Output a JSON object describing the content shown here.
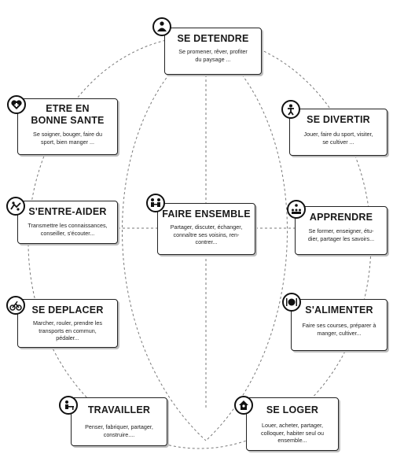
{
  "nodes": {
    "detendre": {
      "title": "SE DETENDRE",
      "desc": "Se promener, rêver, profiter\ndu paysage ...",
      "icon": "relaxing-person-icon"
    },
    "sante": {
      "title": "ETRE EN\nBONNE SANTE",
      "desc": "Se soigner, bouger, faire du\nsport, bien manger ...",
      "icon": "heart-health-icon"
    },
    "divertir": {
      "title": "SE DIVERTIR",
      "desc": "Jouer, faire du sport, visiter,\nse cultiver ...",
      "icon": "playing-child-icon"
    },
    "entraider": {
      "title": "S'ENTRE-AIDER",
      "desc": "Transmettre les connaissances,\nconseiller, s'écouter...",
      "icon": "helping-hands-icon"
    },
    "ensemble": {
      "title": "FAIRE ENSEMBLE",
      "desc": "Partager, discuter, échanger,\nconnaître ses voisins, ren-\ncontrer...",
      "icon": "people-meeting-icon"
    },
    "apprendre": {
      "title": "APPRENDRE",
      "desc": "Se former, enseigner, étu-\ndier, partager les savoirs...",
      "icon": "classroom-icon"
    },
    "deplacer": {
      "title": "SE DEPLACER",
      "desc": "Marcher, rouler, prendre les\ntransports en commun,\npédaler...",
      "icon": "cyclist-icon"
    },
    "alimenter": {
      "title": "S'ALIMENTER",
      "desc": "Faire ses courses, préparer à\nmanger, cultiver...",
      "icon": "plate-cutlery-icon"
    },
    "travailler": {
      "title": "TRAVAILLER",
      "desc": "Penser, fabriquer, partager,\nconstruire....",
      "icon": "worker-desk-icon"
    },
    "loger": {
      "title": "SE LOGER",
      "desc": "Louer, acheter, partager,\ncolloquer, habiter seul ou\nensemble...",
      "icon": "house-person-icon"
    }
  }
}
